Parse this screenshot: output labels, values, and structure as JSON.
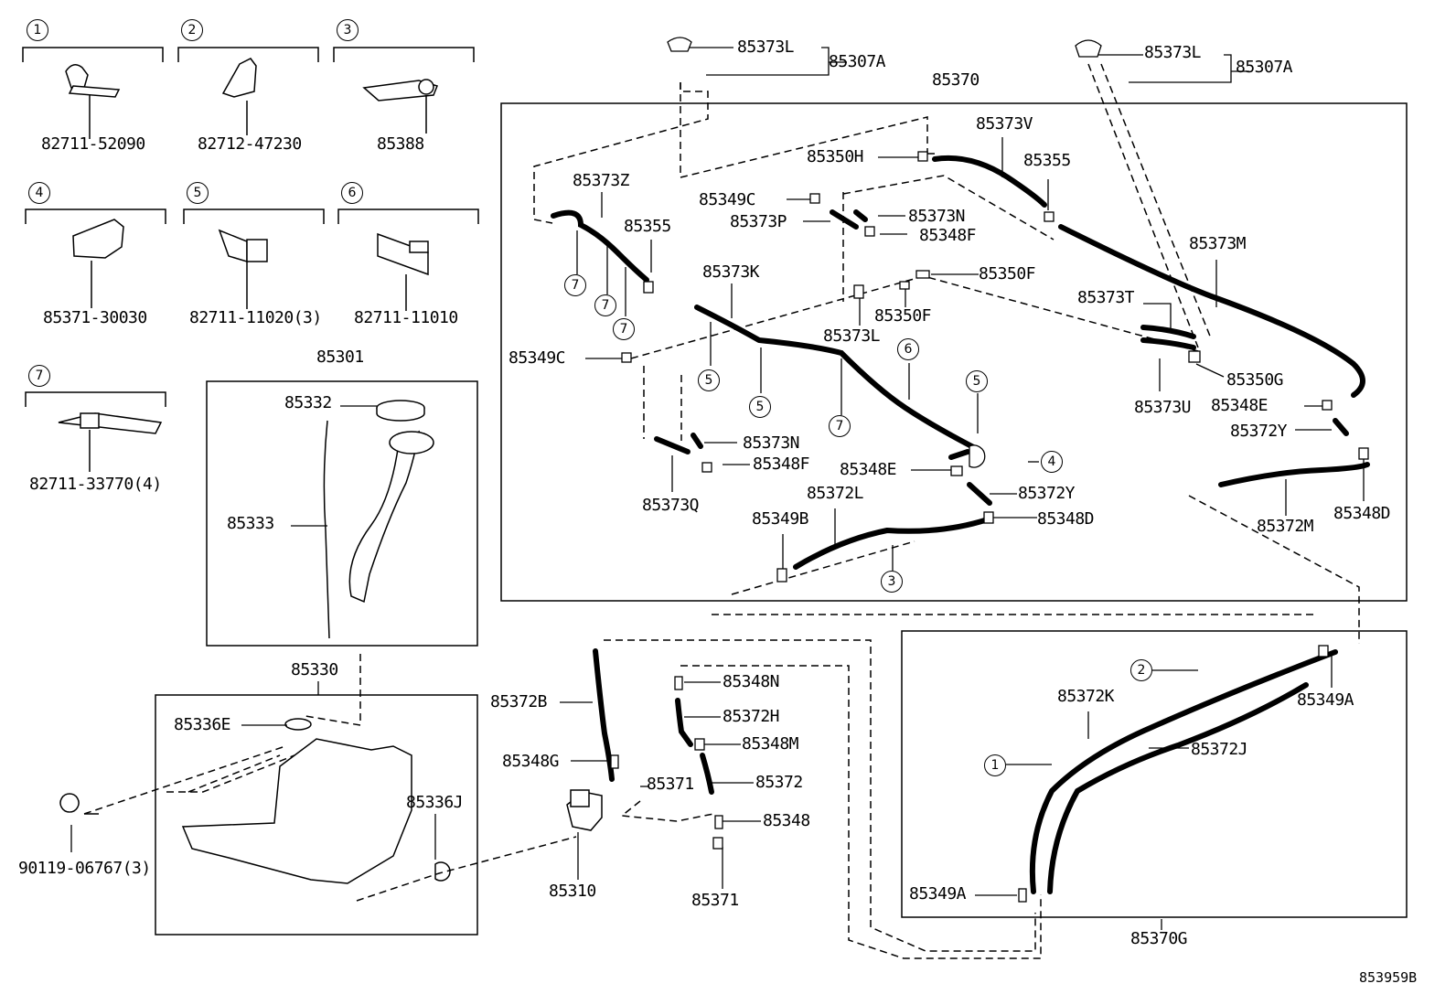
{
  "diagram_code": "853959B",
  "clips": [
    {
      "num": "1",
      "part": "82711-52090"
    },
    {
      "num": "2",
      "part": "82712-47230"
    },
    {
      "num": "3",
      "part": "85388"
    },
    {
      "num": "4",
      "part": "85371-30030"
    },
    {
      "num": "5",
      "part": "82711-11020(3)"
    },
    {
      "num": "6",
      "part": "82711-11010"
    },
    {
      "num": "7",
      "part": "82711-33770(4)"
    }
  ],
  "labels": {
    "l85301": "85301",
    "l85332": "85332",
    "l85333": "85333",
    "l85330": "85330",
    "l85336E": "85336E",
    "l85336J": "85336J",
    "l90119": "90119-06767(3)",
    "l85310": "85310",
    "l85371a": "85371",
    "l85371b": "85371",
    "l85372B": "85372B",
    "l85348G": "85348G",
    "l85348N": "85348N",
    "l85372H": "85372H",
    "l85348M": "85348M",
    "l85372": "85372",
    "l85348": "85348",
    "l85373L_a": "85373L",
    "l85307A_a": "85307A",
    "l85373L_b": "85373L",
    "l85307A_b": "85307A",
    "l85370": "85370",
    "l85373V": "85373V",
    "l85350H": "85350H",
    "l85355a": "85355",
    "l85355b": "85355",
    "l85373Z": "85373Z",
    "l85349C_a": "85349C",
    "l85373P": "85373P",
    "l85373N_a": "85373N",
    "l85348F_a": "85348F",
    "l85373M": "85373M",
    "l85373K": "85373K",
    "l85350F_a": "85350F",
    "l85350F_b": "85350F",
    "l85373T": "85373T",
    "l85373L_c": "85373L",
    "l85349C_b": "85349C",
    "l85350G": "85350G",
    "l85373U": "85373U",
    "l85348E_a": "85348E",
    "l85372Y_a": "85372Y",
    "l85373N_b": "85373N",
    "l85348F_b": "85348F",
    "l85348E_b": "85348E",
    "l85372Y_b": "85372Y",
    "l85373Q": "85373Q",
    "l85372L": "85372L",
    "l85349B": "85349B",
    "l85348D_a": "85348D",
    "l85372M": "85372M",
    "l85348D_b": "85348D",
    "l85372K": "85372K",
    "l85372J": "85372J",
    "l85349A_a": "85349A",
    "l85349A_b": "85349A",
    "l85370G": "85370G"
  },
  "callouts": {
    "c7a": "7",
    "c7b": "7",
    "c7c": "7",
    "c7d": "7",
    "c5a": "5",
    "c5b": "5",
    "c5c": "5",
    "c6": "6",
    "c4": "4",
    "c3": "3",
    "c2": "2",
    "c1": "1"
  }
}
